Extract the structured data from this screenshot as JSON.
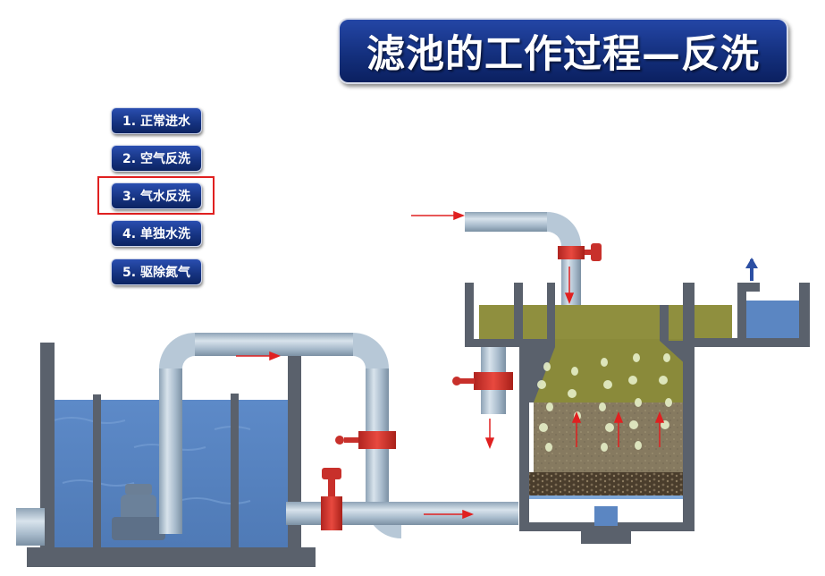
{
  "title": "滤池的工作过程—反洗",
  "steps": [
    {
      "label": "1. 正常进水"
    },
    {
      "label": "2. 空气反洗"
    },
    {
      "label": "3. 气水反洗"
    },
    {
      "label": "4. 单独水洗"
    },
    {
      "label": "5. 驱除氮气"
    }
  ],
  "selected_step": 3,
  "colors": {
    "title_bg": "#14307e",
    "water": "#5b86c2",
    "tank_wall": "#5a616c",
    "pipe": "#9fb4c6",
    "valve": "#d9362f",
    "filter_water": "#8a8a3a",
    "arrow": "#e02020"
  }
}
